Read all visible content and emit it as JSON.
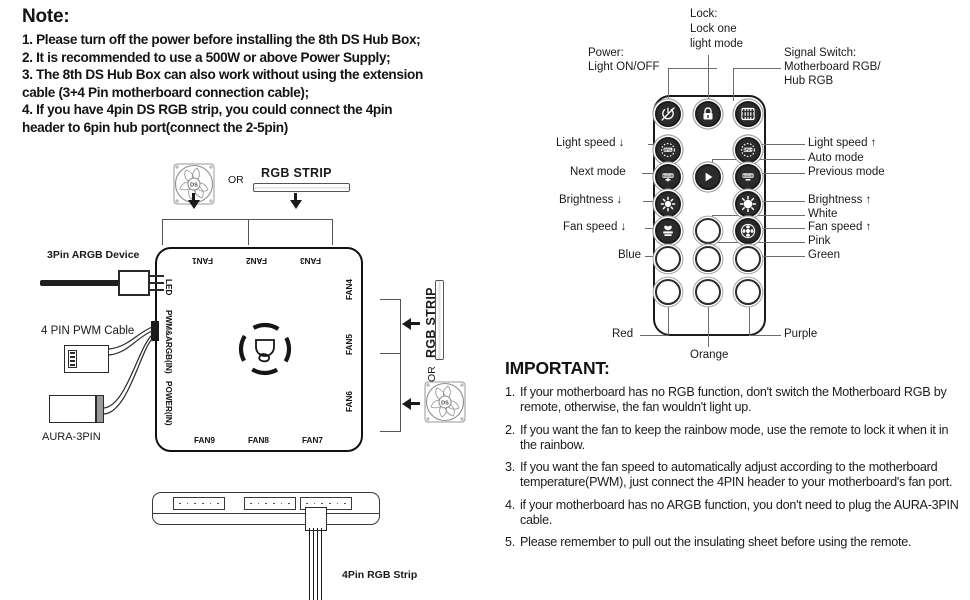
{
  "note": {
    "title": "Note:",
    "lines": [
      "1. Please turn off the power before installing the 8th DS Hub Box;",
      "2. It is recommended to use a 500W or above Power Supply;",
      "3. The 8th DS Hub Box can also work without using the extension",
      "cable (3+4 Pin motherboard connection cable);",
      "4. If you have 4pin DS RGB strip, you could connect the 4pin",
      "header to 6pin hub port(connect the 2-5pin)"
    ]
  },
  "hub_diagram": {
    "top_source_fan_label": "DS",
    "or_label_top": "OR",
    "rgb_strip_label_top": "RGB STRIP",
    "rgb_strip_label_right": "RGB STRIP",
    "or_label_right": "OR",
    "left_devices": [
      {
        "name": "3Pin ARGB Device",
        "label": "3Pin ARGB Device"
      },
      {
        "name": "4 PIN PWM Cable",
        "label": "4 PIN PWM Cable"
      },
      {
        "name": "AURA-3PIN",
        "label": "AURA-3PIN"
      }
    ],
    "ports_top": [
      "FAN1",
      "FAN2",
      "FAN3"
    ],
    "ports_left": [
      "LED",
      "PWM&ARGB(IN)",
      "POWER(IN)"
    ],
    "ports_right": [
      "FAN4",
      "FAN5",
      "FAN6"
    ],
    "ports_bottom": [
      "FAN9",
      "FAN8",
      "FAN7"
    ],
    "center_logo": "DS",
    "strip4_label": "4Pin RGB Strip"
  },
  "remote": {
    "labels_top": [
      {
        "id": "power",
        "text": "Power:\nLight ON/OFF"
      },
      {
        "id": "lock",
        "text": "Lock:\nLock one\nlight mode"
      },
      {
        "id": "signal-switch",
        "text": "Signal Switch:\nMotherboard RGB/\nHub RGB"
      }
    ],
    "label_power_l1": "Power:",
    "label_power_l2": "Light ON/OFF",
    "label_lock_l1": "Lock:",
    "label_lock_l2": "Lock one",
    "label_lock_l3": "light mode",
    "label_signal_l1": "Signal Switch:",
    "label_signal_l2": "Motherboard RGB/",
    "label_signal_l3": "Hub RGB",
    "labels_left": [
      "Light speed ↓",
      "Next mode",
      "Brightness ↓",
      "Fan speed ↓",
      "Blue"
    ],
    "labels_right": [
      "Light speed ↑",
      "Auto mode",
      "Previous mode",
      "Brightness ↑",
      "White",
      "Fan speed ↑",
      "Pink",
      "Green"
    ],
    "labels_bottom": [
      "Red",
      "Orange",
      "Purple"
    ],
    "buttons": [
      {
        "row": 1,
        "col": 1,
        "name": "power-button",
        "style": "dark",
        "glyph": "power-off"
      },
      {
        "row": 1,
        "col": 2,
        "name": "lock-button",
        "style": "dark",
        "glyph": "lock"
      },
      {
        "row": 1,
        "col": 3,
        "name": "signal-switch-button",
        "style": "dark",
        "glyph": "signal"
      },
      {
        "row": 2,
        "col": 1,
        "name": "light-speed-down-button",
        "style": "dark",
        "glyph": "speed-down"
      },
      {
        "row": 2,
        "col": 3,
        "name": "light-speed-up-button",
        "style": "dark",
        "glyph": "speed-up"
      },
      {
        "row": 3,
        "col": 1,
        "name": "next-mode-button",
        "style": "dark",
        "glyph": "mode-plus"
      },
      {
        "row": 3,
        "col": 2,
        "name": "auto-mode-button",
        "style": "dark",
        "glyph": "play"
      },
      {
        "row": 3,
        "col": 3,
        "name": "previous-mode-button",
        "style": "dark",
        "glyph": "mode-minus"
      },
      {
        "row": 4,
        "col": 1,
        "name": "brightness-down-button",
        "style": "dark",
        "glyph": "sun-small"
      },
      {
        "row": 4,
        "col": 3,
        "name": "brightness-up-button",
        "style": "dark",
        "glyph": "sun-big"
      },
      {
        "row": 5,
        "col": 1,
        "name": "fan-speed-down-button",
        "style": "dark",
        "glyph": "fan-down"
      },
      {
        "row": 5,
        "col": 2,
        "name": "white-color-button",
        "style": "plain",
        "glyph": ""
      },
      {
        "row": 5,
        "col": 3,
        "name": "fan-speed-up-button",
        "style": "dark",
        "glyph": "fan-up"
      },
      {
        "row": 6,
        "col": 1,
        "name": "blue-color-button",
        "style": "plain",
        "glyph": ""
      },
      {
        "row": 6,
        "col": 2,
        "name": "pink-color-button",
        "style": "plain",
        "glyph": ""
      },
      {
        "row": 6,
        "col": 3,
        "name": "green-color-button",
        "style": "plain",
        "glyph": ""
      },
      {
        "row": 7,
        "col": 1,
        "name": "red-color-button",
        "style": "plain",
        "glyph": ""
      },
      {
        "row": 7,
        "col": 2,
        "name": "orange-color-button",
        "style": "plain",
        "glyph": ""
      },
      {
        "row": 7,
        "col": 3,
        "name": "purple-color-button",
        "style": "plain",
        "glyph": ""
      }
    ]
  },
  "important": {
    "title": "IMPORTANT:",
    "items": [
      {
        "num": "1.",
        "text": "If your motherboard has no RGB function, don't switch the Motherboard RGB by remote, otherwise, the fan wouldn't light up."
      },
      {
        "num": "2.",
        "text": "If you want the fan to keep the rainbow mode, use the remote to lock it when it in the rainbow."
      },
      {
        "num": "3.",
        "text": "If you want the fan speed to automatically adjust according to the motherboard temperature(PWM), just connect the 4PIN header to your motherboard's fan port."
      },
      {
        "num": "4.",
        "text": "if your motherboard has no ARGB function, you don't need to plug the AURA-3PIN cable."
      },
      {
        "num": "5.",
        "text": "Please remember to pull out the insulating sheet before using the remote."
      }
    ]
  },
  "colors": {
    "ink": "#1a1a1a",
    "leader": "#6d6d6d",
    "button_dark": "#2b2b2b",
    "outline": "#111111"
  }
}
